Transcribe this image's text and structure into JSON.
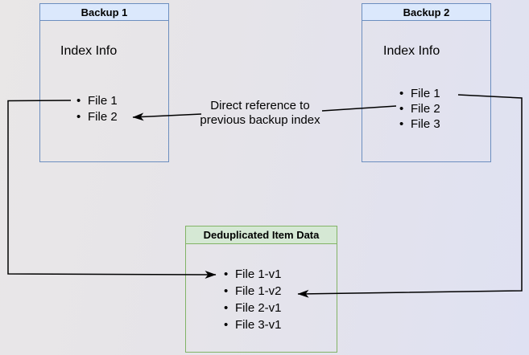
{
  "diagram": {
    "backup1": {
      "title": "Backup 1",
      "section_label": "Index Info",
      "items": [
        "File 1",
        "File 2"
      ]
    },
    "backup2": {
      "title": "Backup 2",
      "section_label": "Index Info",
      "items": [
        "File 1",
        "File 2",
        "File 3"
      ]
    },
    "dedup": {
      "title": "Deduplicated Item Data",
      "items": [
        "File 1-v1",
        "File 1-v2",
        "File 2-v1",
        "File 3-v1"
      ]
    },
    "annotation": "Direct reference to previous backup index",
    "bullet_glyph": "•",
    "colors": {
      "blue_fill": "#dbe8fc",
      "blue_border": "#6c8ebf",
      "green_fill": "#d5e8d4",
      "green_border": "#82b366",
      "line": "#000000",
      "background_left": "#e9e7e7",
      "background_right": "#dfe1f2"
    }
  }
}
